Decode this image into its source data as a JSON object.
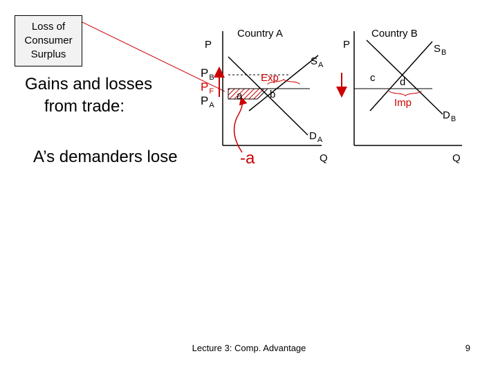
{
  "callout": {
    "lines": [
      "Loss of",
      "Consumer",
      "Surplus"
    ]
  },
  "heading": {
    "lines": [
      "Gains and losses",
      "from trade:"
    ]
  },
  "caption": "A’s demanders lose",
  "country_a": {
    "title": "Country A",
    "p_axis": "P",
    "q_axis": "Q",
    "price_labels": [
      {
        "base": "P",
        "sub": "B"
      },
      {
        "base": "P",
        "sub": "F"
      },
      {
        "base": "P",
        "sub": "A"
      }
    ],
    "supply": {
      "base": "S",
      "sub": "A"
    },
    "demand": {
      "base": "D",
      "sub": "A"
    },
    "area_a": "a",
    "area_b": "b",
    "exports": "Exp",
    "loss": "-a"
  },
  "country_b": {
    "title": "Country B",
    "p_axis": "P",
    "q_axis": "Q",
    "supply": {
      "base": "S",
      "sub": "B"
    },
    "demand": {
      "base": "D",
      "sub": "B"
    },
    "area_c": "c",
    "area_d": "d",
    "imports": "Imp"
  },
  "footer": "Lecture 3:  Comp. Advantage",
  "slide_number": "9",
  "colors": {
    "accent": "#cc0000",
    "callout_bg": "#f2f2f2",
    "hatch": "#cc0000"
  }
}
